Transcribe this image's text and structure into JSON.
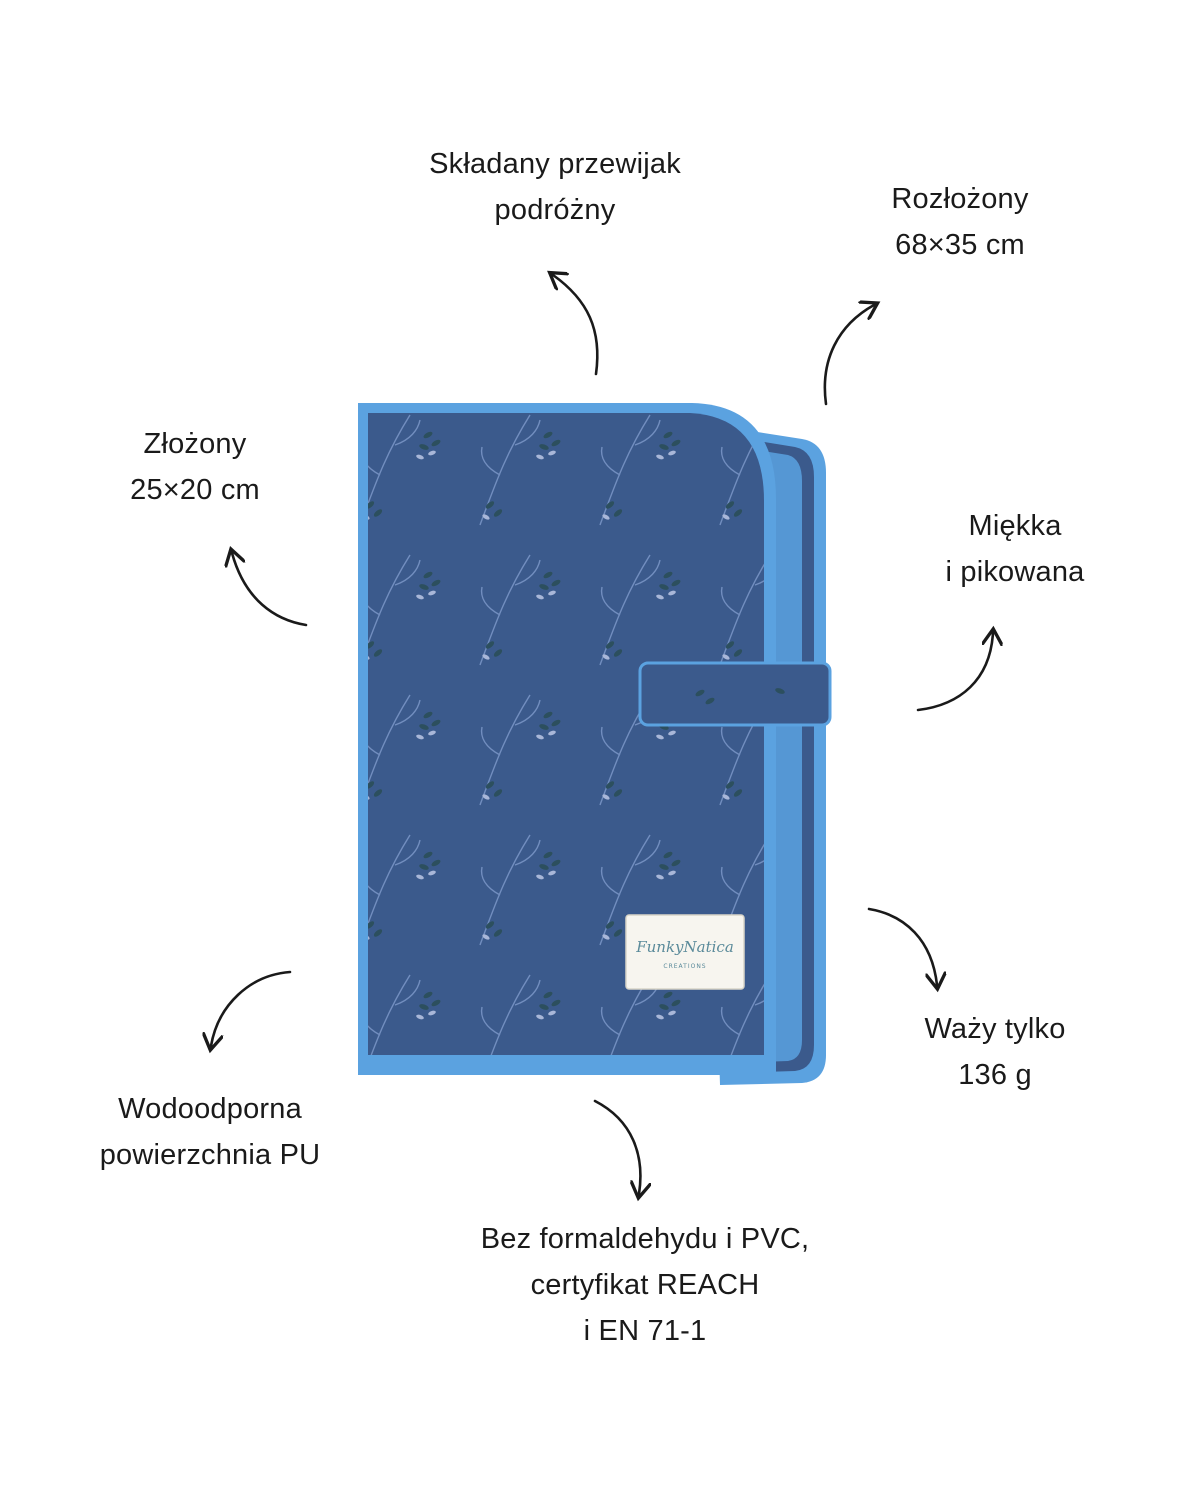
{
  "features": {
    "foldable": {
      "line1": "Składany przewijak",
      "line2": "podróżny"
    },
    "unfolded": {
      "line1": "Rozłożony",
      "line2": "68×35 cm"
    },
    "folded": {
      "line1": "Złożony",
      "line2": "25×20 cm"
    },
    "soft": {
      "line1": "Miękka",
      "line2": "i pikowana"
    },
    "weight": {
      "line1": "Waży tylko",
      "line2": "136 g"
    },
    "waterproof": {
      "line1": "Wodoodporna",
      "line2": "powierzchnia PU"
    },
    "certified": {
      "line1": "Bez formaldehydu i PVC,",
      "line2": "certyfikat REACH",
      "line3": "i EN 71-1"
    }
  },
  "product": {
    "brand_label": "FunkyNatica",
    "brand_sub": "CREATIONS",
    "colors": {
      "fabric": "#3b5a8c",
      "binding": "#5ba2e0",
      "pattern": "#7f9bcc",
      "leaf": "#2c4f5e"
    }
  }
}
